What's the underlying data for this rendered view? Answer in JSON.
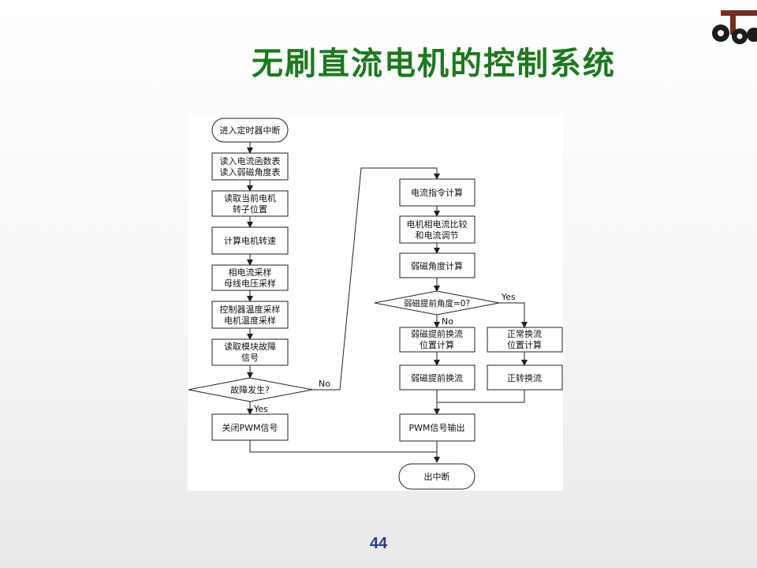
{
  "slide": {
    "title": "无刷直流电机的控制系统",
    "page_number": "44"
  },
  "logo": {
    "icon": "university-logo-icon"
  },
  "flowchart": {
    "nodes": {
      "start": "进入定时器中断",
      "read_tables": [
        "读入电流函数表",
        "读入弱磁角度表"
      ],
      "read_position": [
        "读取当前电机",
        "转子位置"
      ],
      "calc_speed": "计算电机转速",
      "sample": [
        "相电流采样",
        "母线电压采样"
      ],
      "temp_sample": [
        "控制器温度采样",
        "电机温度采样"
      ],
      "read_fault": [
        "读取模块故障",
        "信号"
      ],
      "fault_decision": "故障发生?",
      "close_pwm": "关闭PWM信号",
      "current_cmd": "电流指令计算",
      "compare": [
        "电机相电流比较",
        "和电流调节"
      ],
      "weak_angle": "弱磁角度计算",
      "angle_decision": "弱磁提前角度=0?",
      "weak_pos": [
        "弱磁提前换流",
        "位置计算"
      ],
      "normal_pos": [
        "正常换流",
        "位置计算"
      ],
      "weak_commute": "弱磁提前换流",
      "forward_commute": "正转换流",
      "pwm_out": "PWM信号输出",
      "end": "出中断"
    },
    "edge_labels": {
      "fault_no": "No",
      "fault_yes": "Yes",
      "angle_yes": "Yes",
      "angle_no": "No"
    }
  }
}
